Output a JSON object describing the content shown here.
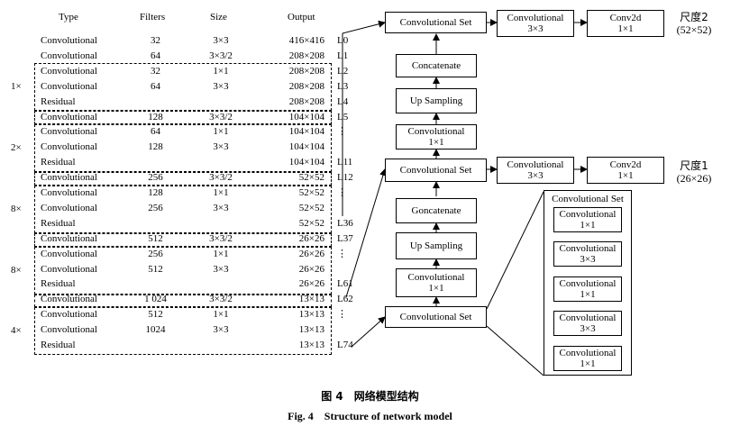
{
  "table": {
    "headers": [
      "Type",
      "Filters",
      "Size",
      "Output"
    ],
    "rows": [
      {
        "type": "Convolutional",
        "filters": "32",
        "size": "3×3",
        "output": "416×416",
        "layer": "L0"
      },
      {
        "type": "Convolutional",
        "filters": "64",
        "size": "3×3/2",
        "output": "208×208",
        "layer": "L1"
      },
      {
        "type": "Convolutional",
        "filters": "32",
        "size": "1×1",
        "output": "208×208",
        "layer": "L2"
      },
      {
        "type": "Convolutional",
        "filters": "64",
        "size": "3×3",
        "output": "208×208",
        "layer": "L3"
      },
      {
        "type": "Residual",
        "filters": "",
        "size": "",
        "output": "208×208",
        "layer": "L4"
      },
      {
        "type": "Convolutional",
        "filters": "128",
        "size": "3×3/2",
        "output": "104×104",
        "layer": "L5"
      },
      {
        "type": "Convolutional",
        "filters": "64",
        "size": "1×1",
        "output": "104×104",
        "layer": "⋮"
      },
      {
        "type": "Convolutional",
        "filters": "128",
        "size": "3×3",
        "output": "104×104",
        "layer": ""
      },
      {
        "type": "Residual",
        "filters": "",
        "size": "",
        "output": "104×104",
        "layer": "L11"
      },
      {
        "type": "Convolutional",
        "filters": "256",
        "size": "3×3/2",
        "output": "52×52",
        "layer": "L12"
      },
      {
        "type": "Convolutional",
        "filters": "128",
        "size": "1×1",
        "output": "52×52",
        "layer": "⋮"
      },
      {
        "type": "Convolutional",
        "filters": "256",
        "size": "3×3",
        "output": "52×52",
        "layer": ""
      },
      {
        "type": "Residual",
        "filters": "",
        "size": "",
        "output": "52×52",
        "layer": "L36"
      },
      {
        "type": "Convolutional",
        "filters": "512",
        "size": "3×3/2",
        "output": "26×26",
        "layer": "L37"
      },
      {
        "type": "Convolutional",
        "filters": "256",
        "size": "1×1",
        "output": "26×26",
        "layer": "⋮"
      },
      {
        "type": "Convolutional",
        "filters": "512",
        "size": "3×3",
        "output": "26×26",
        "layer": ""
      },
      {
        "type": "Residual",
        "filters": "",
        "size": "",
        "output": "26×26",
        "layer": "L61"
      },
      {
        "type": "Convolutional",
        "filters": "1 024",
        "size": "3×3/2",
        "output": "13×13",
        "layer": "L62"
      },
      {
        "type": "Convolutional",
        "filters": "512",
        "size": "1×1",
        "output": "13×13",
        "layer": "⋮"
      },
      {
        "type": "Convolutional",
        "filters": "1024",
        "size": "3×3",
        "output": "13×13",
        "layer": ""
      },
      {
        "type": "Residual",
        "filters": "",
        "size": "",
        "output": "13×13",
        "layer": "L74"
      }
    ],
    "repeats": [
      "1×",
      "2×",
      "8×",
      "8×",
      "4×"
    ]
  },
  "diagram": {
    "top": {
      "set": "Convolutional Set",
      "conv_l1": "Convolutional",
      "conv_l2": "3×3",
      "conv2d_l1": "Conv2d",
      "conv2d_l2": "1×1",
      "scale_l1": "尺度2",
      "scale_l2": "(52×52)"
    },
    "upper": {
      "concat": "Concatenate",
      "upsample": "Up Sampling",
      "conv_l1": "Convolutional",
      "conv_l2": "1×1"
    },
    "mid": {
      "set": "Convolutional Set",
      "conv_l1": "Convolutional",
      "conv_l2": "3×3",
      "conv2d_l1": "Conv2d",
      "conv2d_l2": "1×1",
      "scale_l1": "尺度1",
      "scale_l2": "(26×26)"
    },
    "lower": {
      "concat": "Goncatenate",
      "upsample": "Up Sampling",
      "conv_l1": "Convolutional",
      "conv_l2": "1×1"
    },
    "bottom": {
      "set": "Convolutional Set"
    },
    "detail": {
      "title": "Convolutional Set",
      "items": [
        {
          "l1": "Convolutional",
          "l2": "1×1"
        },
        {
          "l1": "Convolutional",
          "l2": "3×3"
        },
        {
          "l1": "Convolutional",
          "l2": "1×1"
        },
        {
          "l1": "Convolutional",
          "l2": "3×3"
        },
        {
          "l1": "Convolutional",
          "l2": "1×1"
        }
      ]
    }
  },
  "caption": {
    "cn": "图 4　网络模型结构",
    "en": "Fig. 4　Structure of network model"
  }
}
